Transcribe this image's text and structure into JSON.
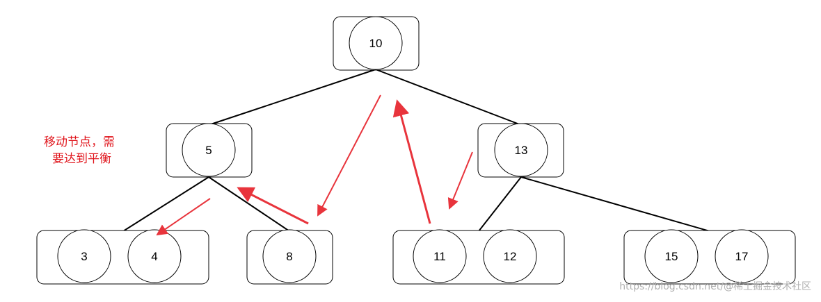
{
  "colors": {
    "stroke": "#000000",
    "arrow": "#e8343c",
    "note": "#e0141b",
    "watermark": "#b0b0b0"
  },
  "tree": {
    "root": {
      "keys": [
        "10"
      ]
    },
    "left": {
      "keys": [
        "5"
      ]
    },
    "right": {
      "keys": [
        "13"
      ]
    },
    "leaf_a": {
      "keys": [
        "3",
        "4"
      ]
    },
    "leaf_b": {
      "keys": [
        "8"
      ]
    },
    "leaf_c": {
      "keys": [
        "11",
        "12"
      ]
    },
    "leaf_d": {
      "keys": [
        "15",
        "17"
      ]
    }
  },
  "annotation": {
    "lines": [
      "移动节点，需",
      "要达到平衡"
    ]
  },
  "watermark": {
    "text": "https://blog.csdn.net/@稀土掘金技术社区"
  }
}
